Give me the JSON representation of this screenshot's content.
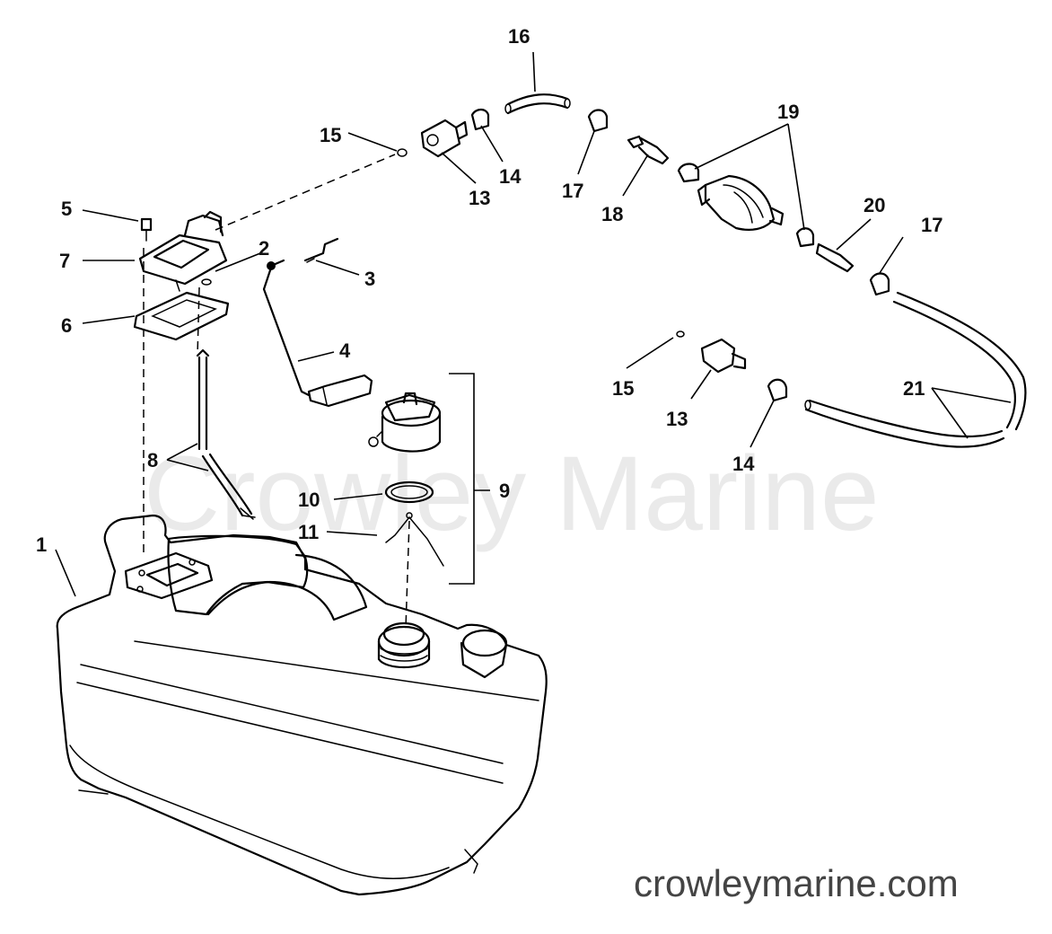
{
  "watermark": {
    "brand": "Crowley Marine",
    "url": "crowleymarine.com"
  },
  "callouts": [
    {
      "id": "c1",
      "label": "1"
    },
    {
      "id": "c2",
      "label": "2"
    },
    {
      "id": "c3",
      "label": "3"
    },
    {
      "id": "c4",
      "label": "4"
    },
    {
      "id": "c5",
      "label": "5"
    },
    {
      "id": "c6",
      "label": "6"
    },
    {
      "id": "c7",
      "label": "7"
    },
    {
      "id": "c8",
      "label": "8"
    },
    {
      "id": "c9",
      "label": "9"
    },
    {
      "id": "c10",
      "label": "10"
    },
    {
      "id": "c11",
      "label": "11"
    },
    {
      "id": "c13a",
      "label": "13"
    },
    {
      "id": "c13b",
      "label": "13"
    },
    {
      "id": "c14a",
      "label": "14"
    },
    {
      "id": "c14b",
      "label": "14"
    },
    {
      "id": "c15a",
      "label": "15"
    },
    {
      "id": "c15b",
      "label": "15"
    },
    {
      "id": "c16",
      "label": "16"
    },
    {
      "id": "c17a",
      "label": "17"
    },
    {
      "id": "c17b",
      "label": "17"
    },
    {
      "id": "c18",
      "label": "18"
    },
    {
      "id": "c19",
      "label": "19"
    },
    {
      "id": "c20",
      "label": "20"
    },
    {
      "id": "c21",
      "label": "21"
    }
  ]
}
